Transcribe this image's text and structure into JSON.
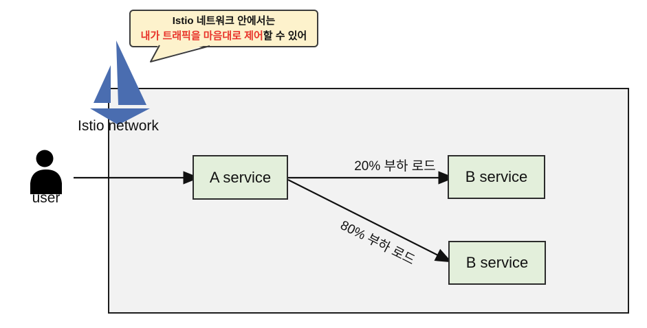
{
  "bubble": {
    "line1": "Istio 네트워크 안에서는",
    "line2_red": "내가 트래픽을 마음대로 제어",
    "line2_rest": "할 수 있어"
  },
  "labels": {
    "istio_network": "Istio network",
    "user": "user"
  },
  "nodes": {
    "a_service": "A service",
    "b_service_top": "B service",
    "b_service_bottom": "B service"
  },
  "edges": {
    "user_to_a": "",
    "a_to_b_top_label": "20% 부하 로드",
    "a_to_b_bottom_label": "80% 부하 로드"
  },
  "colors": {
    "istio_blue": "#4a6db0",
    "bubble_fill": "#fdf2cc",
    "bubble_border": "#3b3b3b",
    "bubble_red_text": "#e8332a",
    "service_node_fill": "#e3efdb",
    "network_box_fill": "#f2f2f2",
    "stroke": "#111111"
  }
}
